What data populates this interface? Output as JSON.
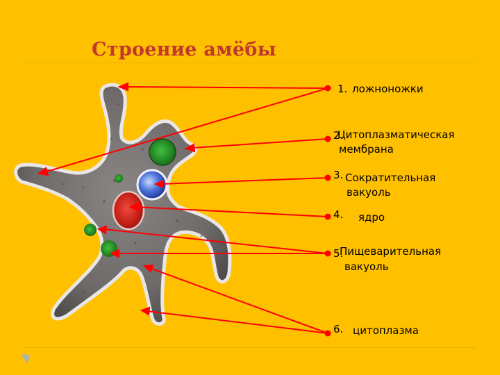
{
  "title": "Строение амёбы",
  "colors": {
    "background": "#FFC000",
    "title": "#C0392B",
    "pointer": "#FF0000"
  },
  "labels": [
    {
      "num": "1.",
      "text": "ложноножки"
    },
    {
      "num": "2.",
      "text_line1": "Цитоплазматическая",
      "text_line2": "мембрана"
    },
    {
      "num": "3.",
      "text_line1": "Сократительная",
      "text_line2": "вакуоль"
    },
    {
      "num": "4.",
      "text": "ядро"
    },
    {
      "num": "5.",
      "text_line1": "Пищеварительная",
      "text_line2": "вакуоль"
    },
    {
      "num": "6.",
      "text": "цитоплазма"
    }
  ],
  "icons": {
    "nav": "slide-nav-arrow-icon"
  }
}
